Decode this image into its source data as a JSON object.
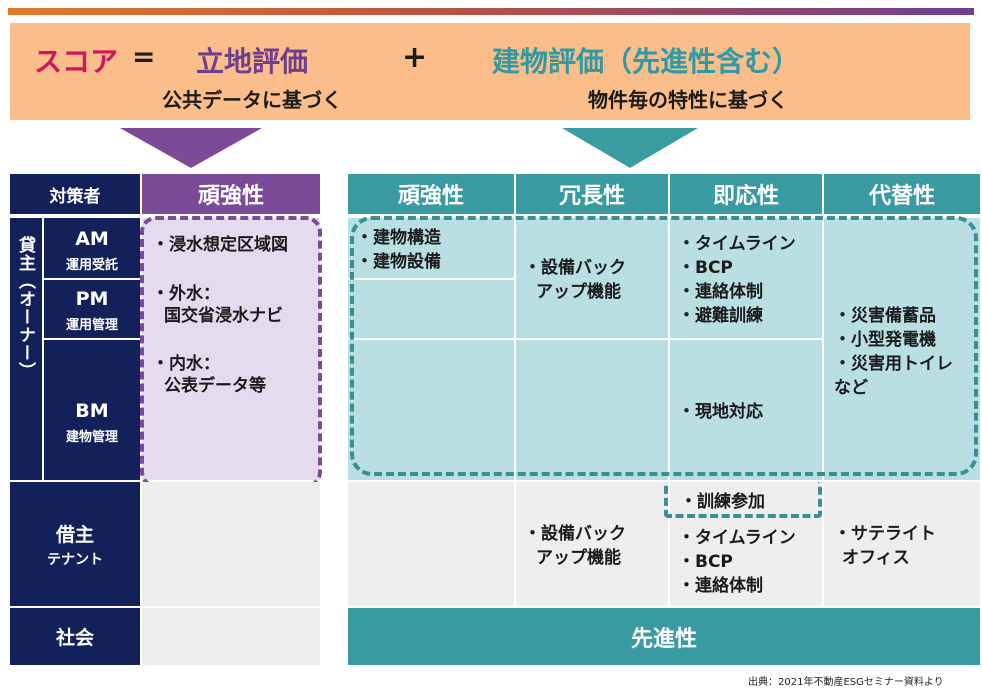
{
  "banner": {
    "score": "スコア",
    "equals": "=",
    "location_eval": "立地評価",
    "plus": "+",
    "building_eval": "建物評価（先進性含む）",
    "location_sub": "公共データに基づく",
    "building_sub": "物件毎の特性に基づく"
  },
  "table": {
    "header_actor": "対策者",
    "col_robust_left": "頑強性",
    "cols": [
      "頑強性",
      "冗長性",
      "即応性",
      "代替性"
    ],
    "owner_label": "貸主（オーナー）",
    "roles": [
      {
        "code": "AM",
        "desc": "運用受託"
      },
      {
        "code": "PM",
        "desc": "運用管理"
      },
      {
        "code": "BM",
        "desc": "建物管理"
      }
    ],
    "tenant": {
      "main": "借主",
      "sub": "テナント"
    },
    "society": "社会"
  },
  "cells": {
    "left_robust": {
      "l1": "・浸水想定区域図",
      "l2": "・外水：",
      "l3": "国交省浸水ナビ",
      "l4": "・内水：",
      "l5": "公表データ等"
    },
    "robust": [
      "・建物構造",
      "・建物設備"
    ],
    "redundancy": [
      "・設備バック",
      "アップ機能"
    ],
    "response": [
      "・タイムライン",
      "・BCP",
      "・連絡体制",
      "・避難訓練"
    ],
    "response_onsite": "・現地対応",
    "alternative": [
      "・災害備蓄品",
      "・小型発電機",
      "・災害用トイレ",
      "など"
    ],
    "tenant_redundancy": [
      "・設備バック",
      "アップ機能"
    ],
    "tenant_training": "・訓練参加",
    "tenant_response": [
      "・タイムライン",
      "・BCP",
      "・連絡体制"
    ],
    "tenant_alternative": [
      "・サテライト",
      "オフィス"
    ],
    "society_advanced": "先進性"
  },
  "source": "出典：2021年不動産ESGセミナー資料より",
  "colors": {
    "navy": "#13205a",
    "purple": "#7b4b98",
    "teal": "#3a9aa2",
    "light_teal": "#b9dfe2",
    "lavender": "#e5dbef",
    "banner": "#fbbd8a",
    "score_red": "#d4145a"
  }
}
